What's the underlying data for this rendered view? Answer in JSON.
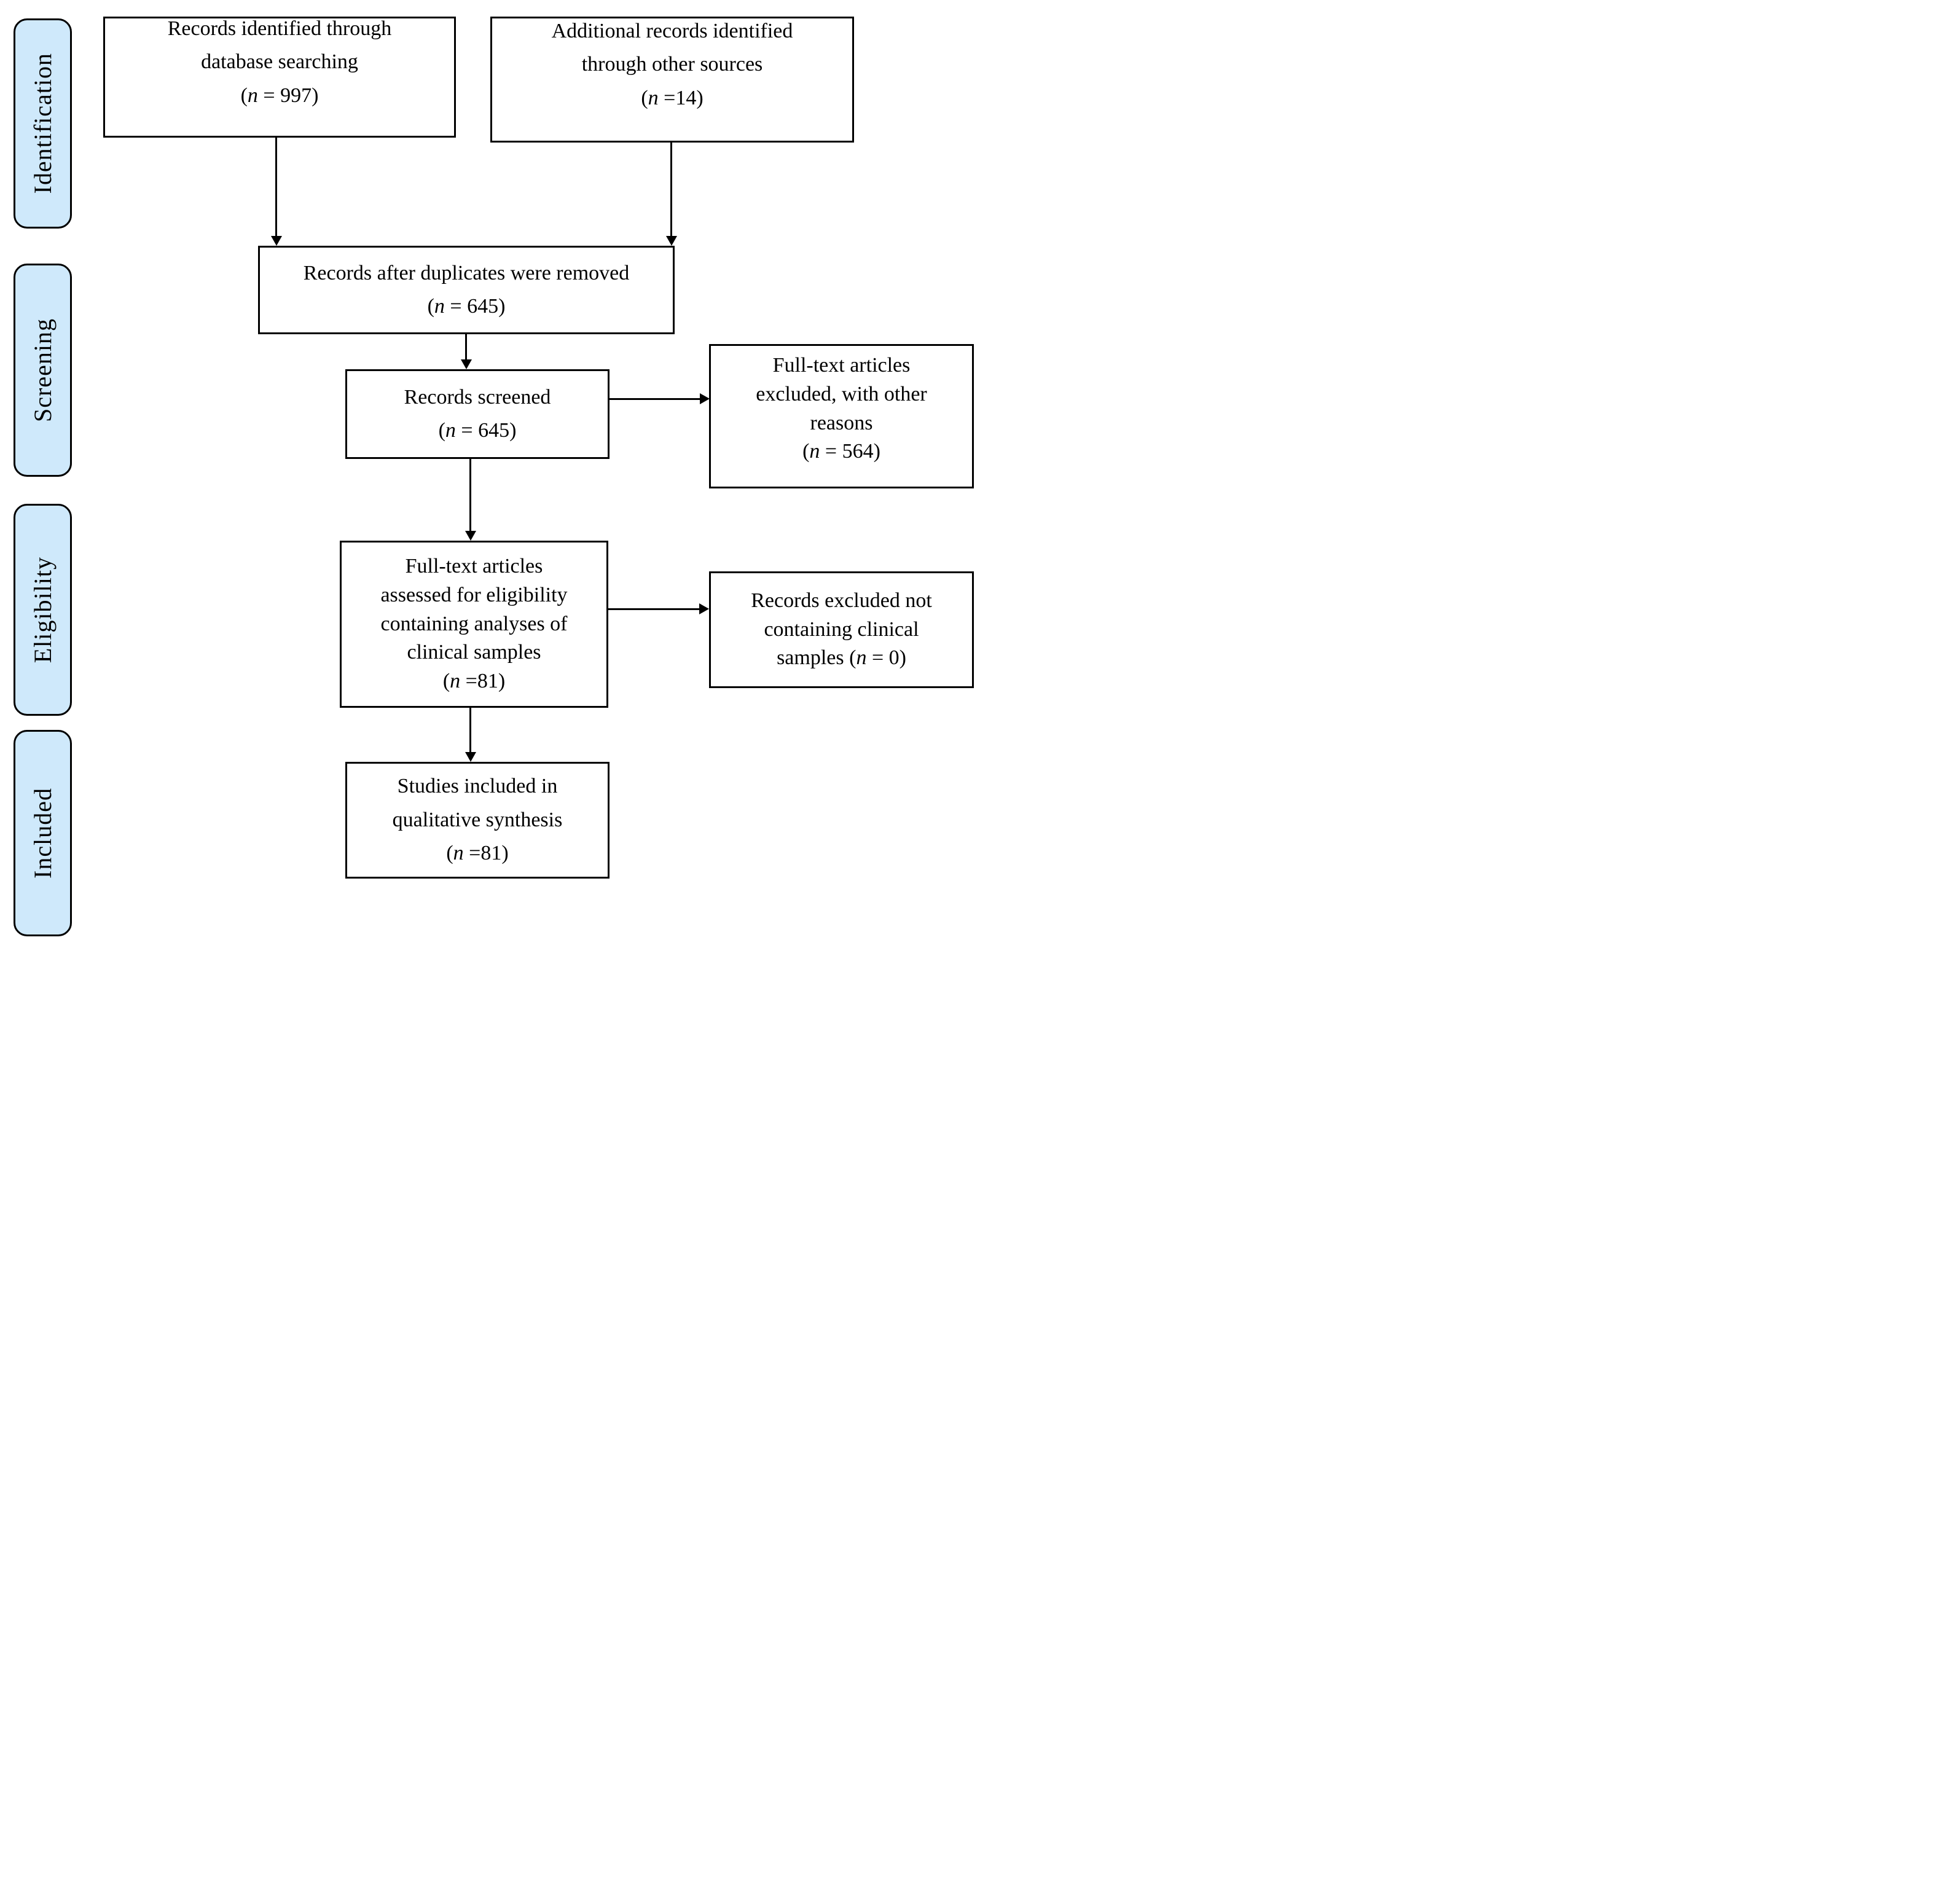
{
  "colors": {
    "stage_fill": "#cfe9fb",
    "box_fill": "#ffffff",
    "line_color": "#000000",
    "text_color": "#000000"
  },
  "stages": {
    "identification": "Identification",
    "screening": "Screening",
    "eligibility": "Eligibility",
    "included": "Included"
  },
  "boxes": {
    "identified": {
      "line1": "Records identified through",
      "line2": "database searching",
      "count": {
        "open": "(",
        "nvar": "n",
        "rest": " = 997)"
      }
    },
    "additional": {
      "line1": "Additional records identified",
      "line2": "through other sources",
      "count": {
        "open": "(",
        "nvar": "n",
        "rest": " =14)"
      }
    },
    "duplicates_removed": {
      "line1": "Records after duplicates were removed",
      "count": {
        "open": "(",
        "nvar": "n",
        "rest": " = 645)"
      }
    },
    "screened": {
      "line1": "Records screened",
      "count": {
        "open": "(",
        "nvar": "n",
        "rest": " = 645)"
      }
    },
    "fulltext_excluded": {
      "line1": "Full-text articles",
      "line2": "excluded, with other",
      "line3": "reasons",
      "count": {
        "open": "(",
        "nvar": "n",
        "rest": " = 564)"
      }
    },
    "fulltext_assessed": {
      "line1": "Full-text articles",
      "line2": "assessed for eligibility",
      "line3": "containing analyses of",
      "line4": "clinical samples",
      "count": {
        "open": "(",
        "nvar": "n",
        "rest": " =81)"
      }
    },
    "records_excluded": {
      "line1": "Records excluded not",
      "line2": "containing clinical",
      "count_prefix": "samples ",
      "count": {
        "open": "(",
        "nvar": "n",
        "rest": " = 0)"
      }
    },
    "studies_included": {
      "line1": "Studies included in",
      "line2": "qualitative synthesis",
      "count": {
        "open": "(",
        "nvar": "n",
        "rest": " =81)"
      }
    }
  }
}
